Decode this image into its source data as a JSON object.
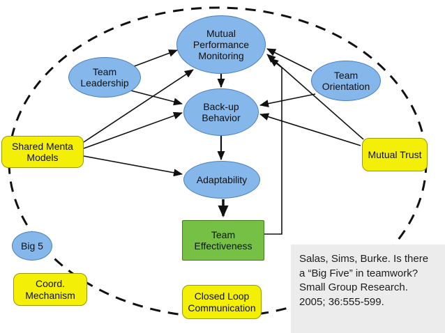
{
  "title": "Big Five in teamwork model",
  "colors": {
    "node-blue": "#85b7ea",
    "node-blue-border": "#4a7fc1",
    "node-yellow": "#f3ef06",
    "node-yellow-border": "#9a9a00",
    "node-green": "#76c046",
    "node-green-border": "#3f7d1f",
    "citation-bg": "#ececec",
    "arrow": "#111111",
    "background": "#ffffff"
  },
  "nodes": {
    "mutual_performance_monitoring": "Mutual Performance Monitoring",
    "team_leadership": "Team Leadership",
    "team_orientation": "Team Orientation",
    "backup_behavior": "Back-up Behavior",
    "adaptability": "Adaptability",
    "team_effectiveness": "Team Effectiveness",
    "shared_mental_models": "Shared Menta Models",
    "mutual_trust": "Mutual Trust",
    "big_5": "Big 5",
    "coord_mechanism": "Coord. Mechanism",
    "closed_loop_communication": "Closed Loop Communication"
  },
  "citation": "Salas, Sims, Burke. Is there a “Big Five” in teamwork? Small Group Research. 2005; 36:555-599."
}
